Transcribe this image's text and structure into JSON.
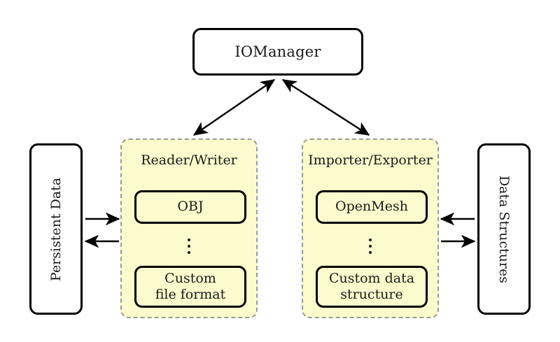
{
  "diagram": {
    "title_text": "IOManager",
    "background_color": "#ffffff",
    "panel_fill_color": "#fbfbcd",
    "panel_border_color": "#9a9a9a",
    "stroke_color": "#000000"
  },
  "manager": {
    "label": "IOManager"
  },
  "left_store": {
    "label": "Persistent Data"
  },
  "right_store": {
    "label": "Data Structures"
  },
  "panels": [
    {
      "title": "Reader/Writer",
      "items": [
        {
          "label": "OBJ"
        },
        {
          "label": "Custom\nfile format"
        }
      ],
      "ellipsis": "⋮"
    },
    {
      "title": "Importer/Exporter",
      "items": [
        {
          "label": "OpenMesh"
        },
        {
          "label": "Custom data\nstructure"
        }
      ],
      "ellipsis": "⋮"
    }
  ],
  "connections": {
    "manager_to_reader": "bidirectional",
    "manager_to_importer": "bidirectional",
    "left_store_out": "right",
    "left_store_in": "left",
    "right_store_in": "left",
    "right_store_out": "right"
  }
}
